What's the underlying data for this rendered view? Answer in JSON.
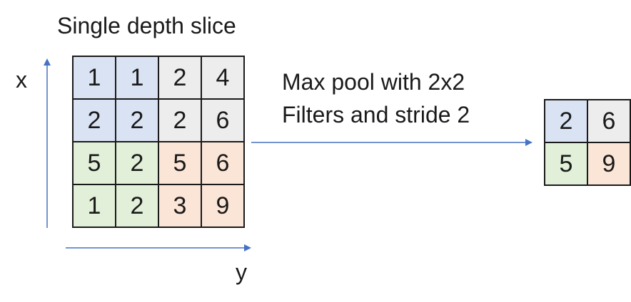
{
  "title": "Single depth slice",
  "axes": {
    "x": "x",
    "y": "y"
  },
  "operation": {
    "line1": "Max pool with 2x2",
    "line2": "Filters and stride 2"
  },
  "colors": {
    "blue": "#dae3f3",
    "gray": "#ededed",
    "green": "#e2f0d9",
    "orange": "#fbe5d6",
    "arrow": "#4472c4"
  },
  "input": [
    [
      {
        "v": "1",
        "c": "blue"
      },
      {
        "v": "1",
        "c": "blue"
      },
      {
        "v": "2",
        "c": "gray"
      },
      {
        "v": "4",
        "c": "gray"
      }
    ],
    [
      {
        "v": "2",
        "c": "blue"
      },
      {
        "v": "2",
        "c": "blue"
      },
      {
        "v": "2",
        "c": "gray"
      },
      {
        "v": "6",
        "c": "gray"
      }
    ],
    [
      {
        "v": "5",
        "c": "green"
      },
      {
        "v": "2",
        "c": "green"
      },
      {
        "v": "5",
        "c": "orange"
      },
      {
        "v": "6",
        "c": "orange"
      }
    ],
    [
      {
        "v": "1",
        "c": "green"
      },
      {
        "v": "2",
        "c": "green"
      },
      {
        "v": "3",
        "c": "orange"
      },
      {
        "v": "9",
        "c": "orange"
      }
    ]
  ],
  "output": [
    [
      {
        "v": "2",
        "c": "blue"
      },
      {
        "v": "6",
        "c": "gray"
      }
    ],
    [
      {
        "v": "5",
        "c": "green"
      },
      {
        "v": "9",
        "c": "orange"
      }
    ]
  ]
}
